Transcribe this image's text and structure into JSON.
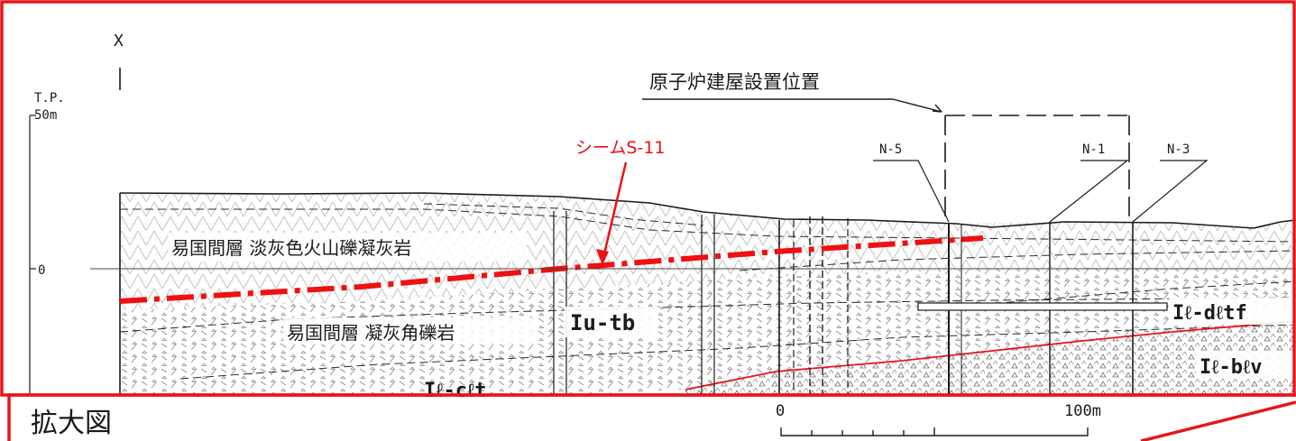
{
  "section": {
    "line_label": "X",
    "tp_label": "T.P.",
    "elev_top_label": "50m",
    "elev_zero_label": "0",
    "building_label": "原子炉建屋設置位置",
    "seam_label": "シームS-11",
    "boreholes": [
      "N-5",
      "N-1",
      "N-3"
    ],
    "layers": {
      "upper": "易国間層 淡灰色火山礫凝灰岩",
      "lower": "易国間層 凝灰角礫岩",
      "iu_tb": "Iu-tb",
      "il_dltf": "Iℓ-dℓtf",
      "il_blv": "Iℓ-bℓv",
      "il_cut": "Iℓ-cℓt"
    },
    "scale": {
      "start": "0",
      "end": "100m"
    },
    "inset_title": "拡大図"
  },
  "colors": {
    "frame": "#e8141c",
    "seam": "#f01010",
    "ink": "#1a1a1a",
    "hatch": "#9a9a9a"
  }
}
